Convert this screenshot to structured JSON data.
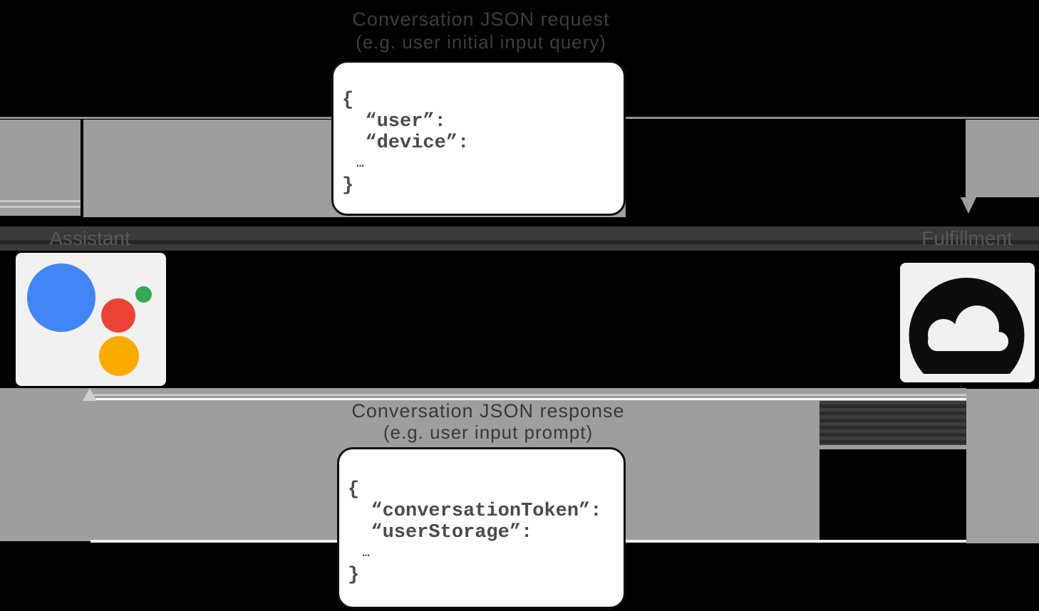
{
  "request": {
    "title": "Conversation JSON request",
    "subtitle": "(e.g. user initial input query)",
    "code_lines": [
      "{",
      "  “user”:",
      "  “device”:",
      "  …",
      "}"
    ]
  },
  "response": {
    "title": "Conversation JSON response",
    "subtitle": "(e.g. user input prompt)",
    "code_lines": [
      "{",
      "  “conversationToken”:",
      "  “userStorage”:",
      "  …",
      "}"
    ]
  },
  "nodes": {
    "assistant": {
      "label": "Assistant"
    },
    "fulfillment": {
      "label": "Fulfillment"
    }
  },
  "icons": {
    "assistant_logo": "google-assistant-logo",
    "fulfillment_icon": "cloud-icon"
  },
  "colors": {
    "assistant_blue": "#4285F4",
    "assistant_red": "#EA4335",
    "assistant_green": "#34A853",
    "assistant_yellow": "#F9AB00",
    "arrow_gray": "#9E9E9E",
    "node_card_bg": "#F1F1F1",
    "band_dark": "#3A3A3A"
  }
}
